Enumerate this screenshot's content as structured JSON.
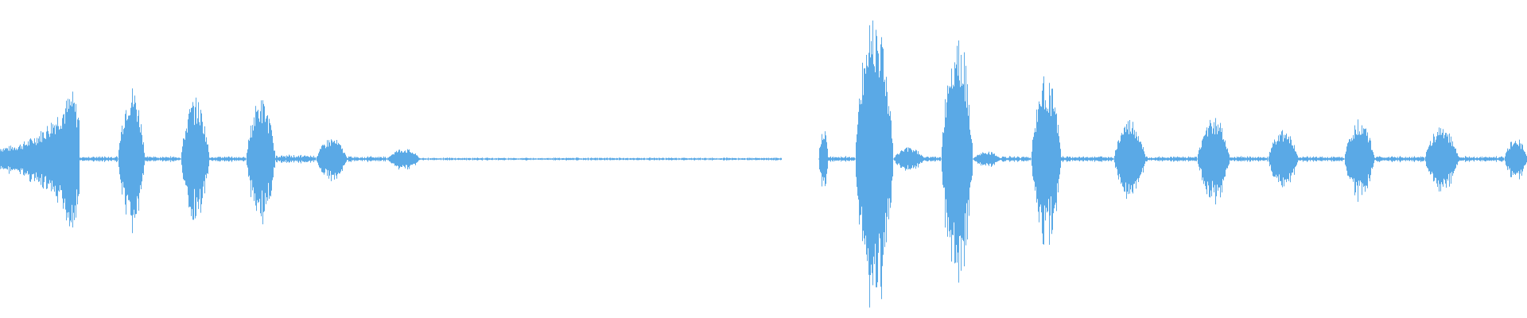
{
  "waveform": {
    "color": "#5aa9e6",
    "segments": [
      {
        "start": 0.0,
        "end": 0.052,
        "peak": 0.55,
        "shape": "rise"
      },
      {
        "start": 0.052,
        "end": 0.077,
        "peak": 0.02,
        "shape": "flat"
      },
      {
        "start": 0.077,
        "end": 0.095,
        "peak": 0.48,
        "shape": "burst"
      },
      {
        "start": 0.095,
        "end": 0.118,
        "peak": 0.02,
        "shape": "flat"
      },
      {
        "start": 0.118,
        "end": 0.137,
        "peak": 0.4,
        "shape": "burst"
      },
      {
        "start": 0.137,
        "end": 0.161,
        "peak": 0.02,
        "shape": "flat"
      },
      {
        "start": 0.161,
        "end": 0.18,
        "peak": 0.4,
        "shape": "burst"
      },
      {
        "start": 0.18,
        "end": 0.207,
        "peak": 0.03,
        "shape": "flat"
      },
      {
        "start": 0.207,
        "end": 0.227,
        "peak": 0.14,
        "shape": "burst"
      },
      {
        "start": 0.227,
        "end": 0.253,
        "peak": 0.02,
        "shape": "flat"
      },
      {
        "start": 0.253,
        "end": 0.275,
        "peak": 0.07,
        "shape": "burst"
      },
      {
        "start": 0.275,
        "end": 0.512,
        "peak": 0.01,
        "shape": "flat"
      },
      {
        "start": 0.512,
        "end": 0.536,
        "peak": 0.0,
        "shape": "gap"
      },
      {
        "start": 0.536,
        "end": 0.542,
        "peak": 0.22,
        "shape": "burst"
      },
      {
        "start": 0.542,
        "end": 0.56,
        "peak": 0.02,
        "shape": "flat"
      },
      {
        "start": 0.56,
        "end": 0.585,
        "peak": 1.0,
        "shape": "burst"
      },
      {
        "start": 0.585,
        "end": 0.605,
        "peak": 0.08,
        "shape": "burst"
      },
      {
        "start": 0.605,
        "end": 0.616,
        "peak": 0.02,
        "shape": "flat"
      },
      {
        "start": 0.616,
        "end": 0.637,
        "peak": 0.86,
        "shape": "burst"
      },
      {
        "start": 0.637,
        "end": 0.655,
        "peak": 0.05,
        "shape": "burst"
      },
      {
        "start": 0.655,
        "end": 0.675,
        "peak": 0.02,
        "shape": "flat"
      },
      {
        "start": 0.675,
        "end": 0.695,
        "peak": 0.55,
        "shape": "burst"
      },
      {
        "start": 0.695,
        "end": 0.729,
        "peak": 0.02,
        "shape": "flat"
      },
      {
        "start": 0.729,
        "end": 0.75,
        "peak": 0.26,
        "shape": "burst"
      },
      {
        "start": 0.75,
        "end": 0.784,
        "peak": 0.02,
        "shape": "flat"
      },
      {
        "start": 0.784,
        "end": 0.805,
        "peak": 0.28,
        "shape": "burst"
      },
      {
        "start": 0.805,
        "end": 0.83,
        "peak": 0.02,
        "shape": "flat"
      },
      {
        "start": 0.83,
        "end": 0.85,
        "peak": 0.2,
        "shape": "burst"
      },
      {
        "start": 0.85,
        "end": 0.88,
        "peak": 0.02,
        "shape": "flat"
      },
      {
        "start": 0.88,
        "end": 0.9,
        "peak": 0.26,
        "shape": "burst"
      },
      {
        "start": 0.9,
        "end": 0.933,
        "peak": 0.02,
        "shape": "flat"
      },
      {
        "start": 0.933,
        "end": 0.955,
        "peak": 0.22,
        "shape": "burst"
      },
      {
        "start": 0.955,
        "end": 0.985,
        "peak": 0.02,
        "shape": "flat"
      },
      {
        "start": 0.985,
        "end": 1.0,
        "peak": 0.14,
        "shape": "burst"
      }
    ]
  }
}
